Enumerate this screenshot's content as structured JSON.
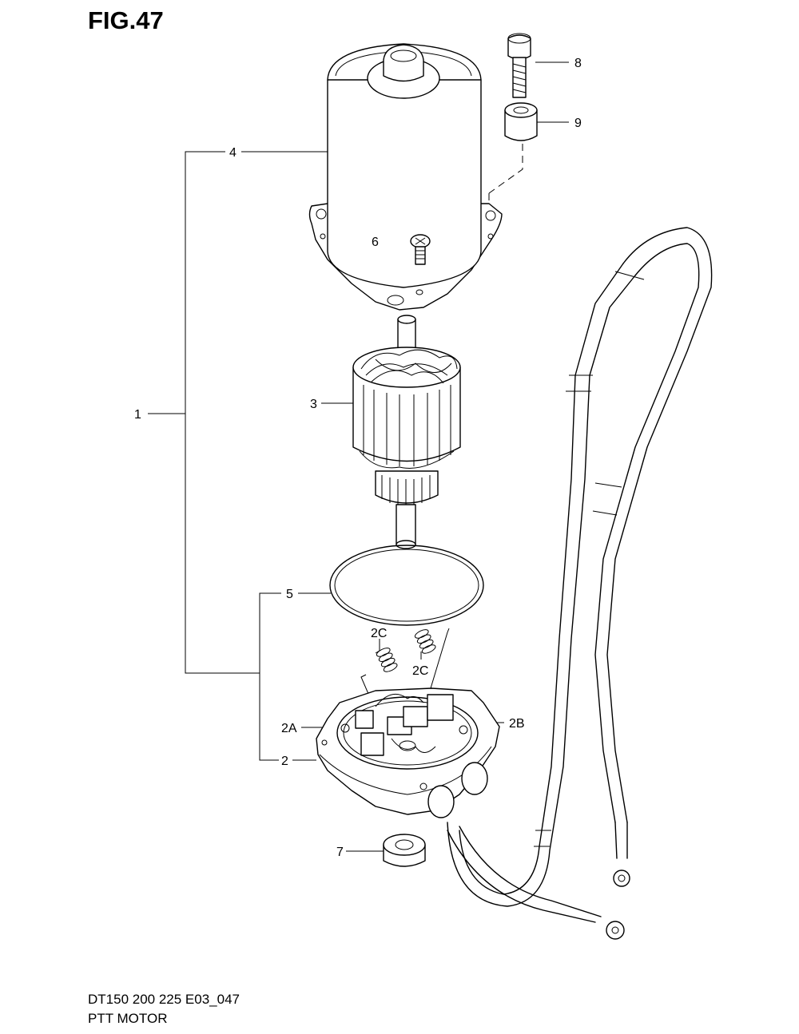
{
  "figure": {
    "title": "FIG.47"
  },
  "footer": {
    "model_code": "DT150 200 225 E03_047",
    "name": "PTT MOTOR"
  },
  "callouts": {
    "c1": "1",
    "c2": "2",
    "c2a": "2A",
    "c2b": "2B",
    "c2c_top": "2C",
    "c2c_bottom": "2C",
    "c3": "3",
    "c4": "4",
    "c5": "5",
    "c6": "6",
    "c7": "7",
    "c8": "8",
    "c9": "9"
  }
}
